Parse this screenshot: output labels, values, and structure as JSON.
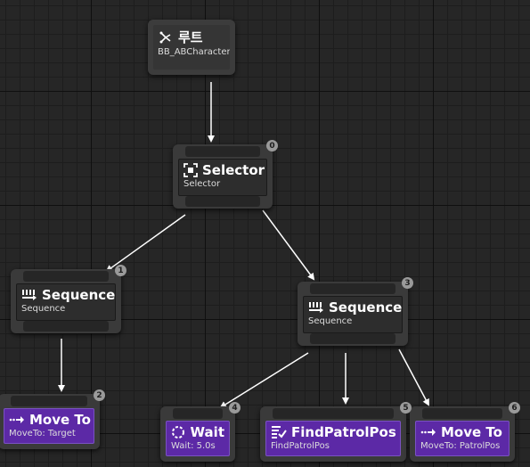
{
  "root": {
    "title": "루트",
    "subtitle": "BB_ABCharacter",
    "icon": "root-icon"
  },
  "nodes": [
    {
      "title": "Selector",
      "subtitle": "Selector",
      "index": "0",
      "icon": "selector-icon"
    },
    {
      "title": "Sequence",
      "subtitle": "Sequence",
      "index": "1",
      "icon": "sequence-icon"
    },
    {
      "title": "Move To",
      "subtitle": "MoveTo: Target",
      "index": "2",
      "icon": "move-to-icon"
    },
    {
      "title": "Sequence",
      "subtitle": "Sequence",
      "index": "3",
      "icon": "sequence-icon"
    },
    {
      "title": "Wait",
      "subtitle": "Wait: 5.0s",
      "index": "4",
      "icon": "wait-icon"
    },
    {
      "title": "FindPatrolPos",
      "subtitle": "FindPatrolPos",
      "index": "5",
      "icon": "task-icon"
    },
    {
      "title": "Move To",
      "subtitle": "MoveTo: PatrolPos",
      "index": "6",
      "icon": "move-to-icon"
    }
  ],
  "colors": {
    "task": "#5c29a6",
    "composite": "#2d2d2d",
    "wire": "#ffffff",
    "background": "#262626"
  }
}
